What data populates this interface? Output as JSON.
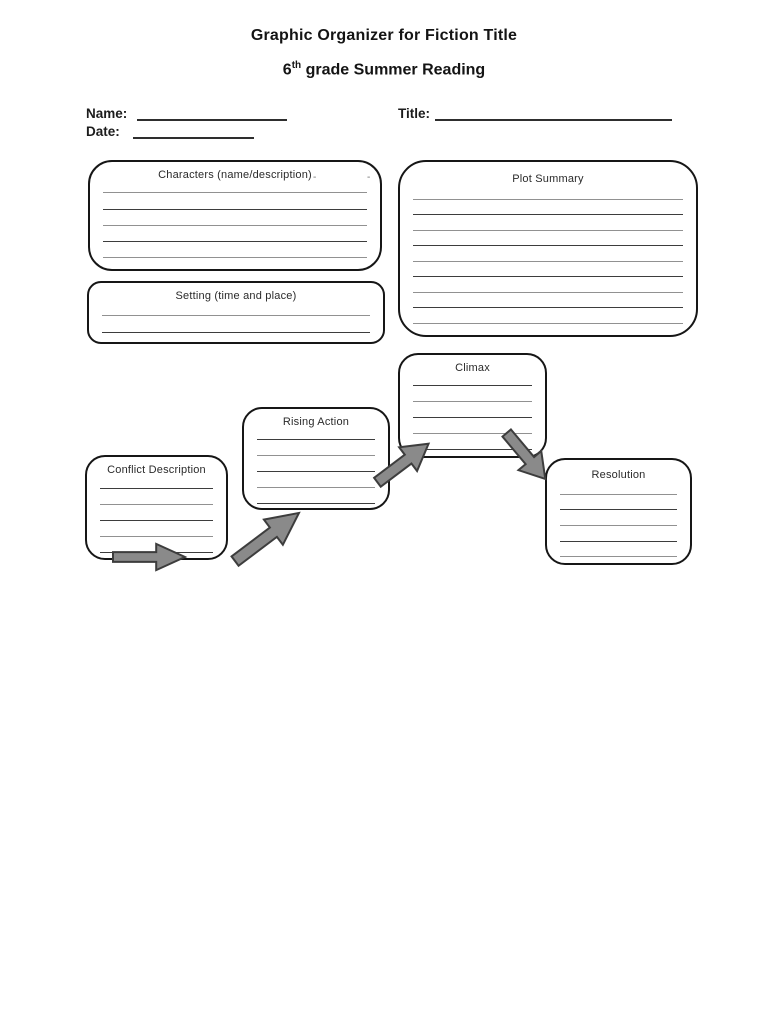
{
  "header": {
    "title": "Graphic Organizer for Fiction Title",
    "subtitle_number": "6",
    "subtitle_ordinal": "th",
    "subtitle_text": " grade Summer Reading"
  },
  "fields": {
    "name_label": "Name:",
    "name_value": "",
    "date_label": "Date:",
    "date_value": "",
    "title_label": "Title:",
    "title_value": ""
  },
  "boxes": {
    "characters": {
      "label": "Characters (name/description)",
      "lines": 5,
      "mark_left": "-",
      "mark_right": "-"
    },
    "plot_summary": {
      "label": "Plot Summary",
      "lines": 9
    },
    "setting": {
      "label": "Setting (time and place)",
      "lines": 2
    },
    "climax": {
      "label": "Climax",
      "lines": 5
    },
    "rising_action": {
      "label": "Rising Action",
      "lines": 5
    },
    "conflict": {
      "label": "Conflict Description",
      "lines": 5
    },
    "resolution": {
      "label": "Resolution",
      "lines": 5
    }
  },
  "arrows": {
    "fill": "#8a8a8a",
    "stroke": "#3d3d3d",
    "sequence": [
      "conflict-start",
      "conflict-to-rising-action",
      "rising-action-to-climax",
      "climax-to-resolution"
    ]
  },
  "colors": {
    "page_bg": "#ffffff",
    "box_border": "#161616",
    "rule_light": "#919191",
    "rule_dark": "#3d3d3d"
  }
}
